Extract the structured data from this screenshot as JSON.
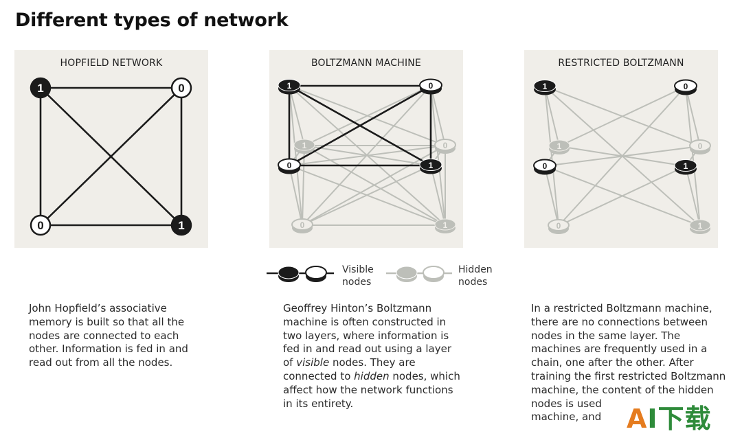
{
  "title": "Different types of network",
  "panels": {
    "hopfield": {
      "label": "HOPFIELD NETWORK"
    },
    "boltzmann": {
      "label": "BOLTZMANN MACHINE"
    },
    "restricted": {
      "label": "RESTRICTED BOLTZMANN"
    }
  },
  "node_values": {
    "one": "1",
    "zero": "0"
  },
  "legend": {
    "visible_line1": "Visible",
    "visible_line2": "nodes",
    "hidden_line1": "Hidden",
    "hidden_line2": "nodes"
  },
  "descriptions": {
    "hopfield": [
      "John Hopfield’s associative",
      "memory is built so that all the",
      "nodes are connected to each",
      "other. Information is fed in and",
      "read out from all the nodes."
    ],
    "boltzmann": {
      "l1": "Geoffrey Hinton’s Boltzmann",
      "l2": "machine is often constructed in",
      "l3": "two layers, where information is",
      "l4": "fed in and read out using a layer",
      "l5_pre": "of ",
      "l5_em": "visible",
      "l5_post": " nodes. They are",
      "l6_pre": "connected to ",
      "l6_em": "hidden",
      "l6_post": " nodes, which",
      "l7": "affect how the network functions",
      "l8": "in its entirety."
    },
    "restricted": [
      "In a restricted Boltzmann machine,",
      "there are no connections between",
      "nodes in the same layer. The",
      "machines are frequently used in a",
      "chain, one after the other. After",
      "training the first restricted Boltzmann",
      "machine, the content of the hidden",
      "nodes is used",
      "machine, and"
    ]
  },
  "watermark": {
    "a": "A",
    "rest": "I下载"
  },
  "colors": {
    "panel_bg": "#f0eee9",
    "dark": "#1b1b1b",
    "hidden": "#bdbfb9",
    "watermark_orange": "#e57c1f",
    "watermark_green": "#2e8b3a"
  }
}
